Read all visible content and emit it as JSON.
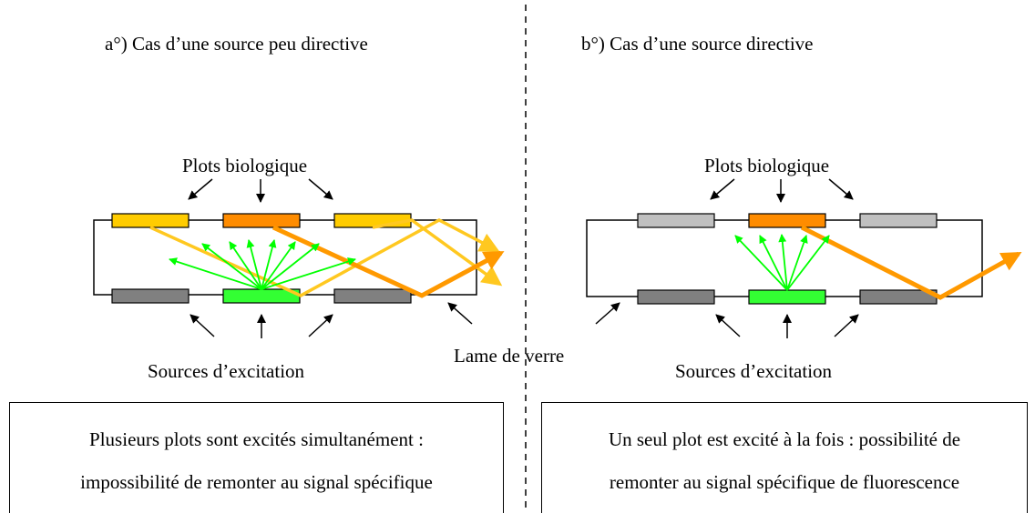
{
  "left_panel": {
    "title": "a°) Cas d’une source peu directive",
    "top_label": "Plots biologique",
    "bottom_label": "Sources d’excitation",
    "caption_line1": "Plusieurs plots sont excités simultanément :",
    "caption_line2": "impossibilité de remonter au signal spécifique"
  },
  "right_panel": {
    "title": "b°) Cas d’une source directive",
    "top_label": "Plots biologique",
    "bottom_label": "Sources d’excitation",
    "caption_line1": "Un seul plot est excité à la fois : possibilité de",
    "caption_line2": "remonter au signal spécifique de fluorescence"
  },
  "center_label": "Lame de verre",
  "colors": {
    "plot_yellow": "#ffcc00",
    "plot_orange": "#ff8c00",
    "plot_gray": "#c0c0c0",
    "source_dark": "#808080",
    "source_green": "#33ff33",
    "emission_green": "#00ff00",
    "ray_orange": "#ff9900",
    "ray_yellow": "#ffc820"
  }
}
